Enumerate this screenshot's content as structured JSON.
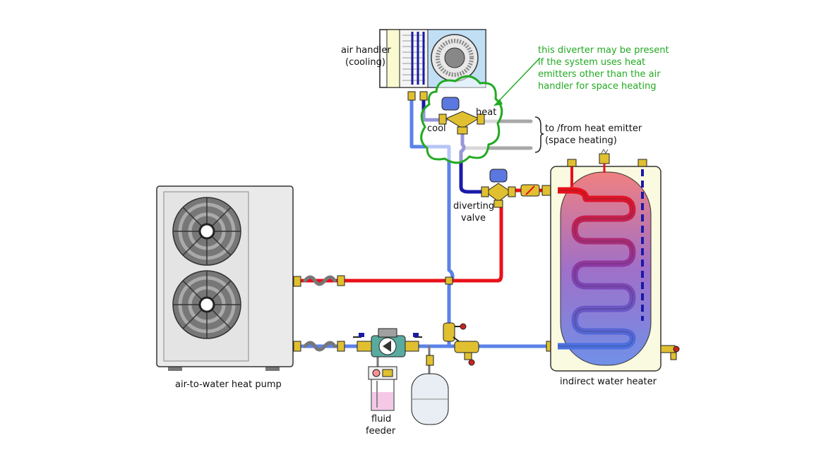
{
  "labels": {
    "air_handler_line1": "air handler",
    "air_handler_line2": "(cooling)",
    "diverter_note_line1": "this diverter may be present",
    "diverter_note_line2": "if the system uses heat",
    "diverter_note_line3": "emitters other than the air",
    "diverter_note_line4": "handler for space heating",
    "heat": "heat",
    "cool": "cool",
    "emitter_line1": "to /from heat emitter",
    "emitter_line2": "(space heating)",
    "diverting_valve_line1": "diverting",
    "diverting_valve_line2": "valve",
    "heat_pump": "air-to-water heat pump",
    "water_heater": "indirect water heater",
    "fluid_feeder_line1": "fluid",
    "fluid_feeder_line2": "feeder"
  },
  "colors": {
    "hot_pipe": "#e8101a",
    "cold_pipe": "#5b82e8",
    "dark_blue_pipe": "#1a1aa8",
    "grey_pipe": "#a8a8a8",
    "brass": "#e0c030",
    "note_green": "#22aa22",
    "tank_shell": "#fafae0",
    "feeder_fluid": "#f5c8e8"
  }
}
